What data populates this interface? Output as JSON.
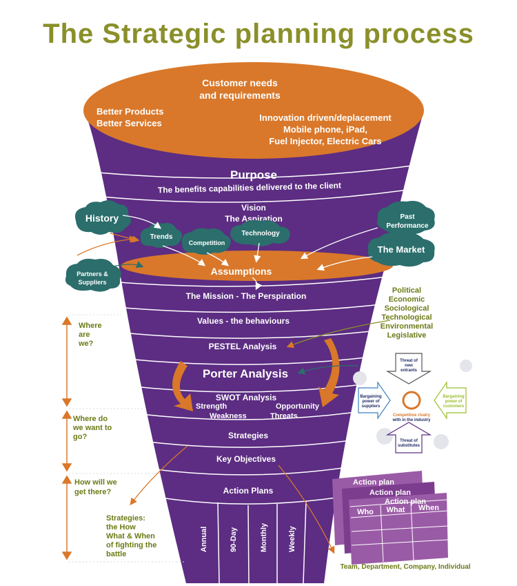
{
  "title": "The Strategic planning process",
  "top": {
    "customer": [
      "Customer needs",
      "and requirements"
    ],
    "products": [
      "Better Products",
      "Better Services"
    ],
    "innovation": [
      "Innovation driven/deplacement",
      "Mobile phone, iPad,",
      "Fuel Injector, Electric Cars"
    ]
  },
  "layers": {
    "purpose_title": "Purpose",
    "purpose_sub": "The benefits capabilities delivered to the client",
    "vision_title": "Vision",
    "vision_sub": "The Aspiration",
    "assumptions": "Assumptions",
    "mission": "The Mission - The Perspiration",
    "values": "Values -  the behaviours",
    "pestel": "PESTEL Analysis",
    "porter": "Porter Analysis",
    "swot_title": "SWOT Analysis",
    "swot_strength": "Strength",
    "swot_weakness": "Weakness",
    "swot_opportunity": "Opportunity",
    "swot_threats": "Threats",
    "strategies": "Strategies",
    "key_objectives": "Key Objectives",
    "action_plans": "Action Plans",
    "periods": [
      "Annual",
      "90-Day",
      "Monthly",
      "Weekly"
    ]
  },
  "clouds": {
    "history": "History",
    "trends": "Trends",
    "competition": "Competition",
    "technology": "Technology",
    "past_performance": [
      "Past",
      "Performance"
    ],
    "the_market": "The Market",
    "partners": [
      "Partners &",
      "Suppliers"
    ]
  },
  "pestel_factors": [
    "Political",
    "Economic",
    "Sociological",
    "Technological",
    "Environmental",
    "Legislative"
  ],
  "porter_model": {
    "new_entrants": [
      "Threat of",
      "new",
      "entrants"
    ],
    "suppliers": [
      "Bargaining",
      "power of",
      "suppliers"
    ],
    "customers": [
      "Bargaining",
      "power of",
      "customers"
    ],
    "rivalry": [
      "Competitive rivalry",
      "with in the industry"
    ],
    "substitutes": [
      "Threat of",
      "substitutes"
    ]
  },
  "questions": {
    "where_are_we": [
      "Where",
      "are",
      "we?"
    ],
    "where_go": [
      "Where do",
      "we want to",
      "go?"
    ],
    "how_get": [
      "How will we",
      "get there?"
    ]
  },
  "strategies_note": [
    "Strategies:",
    "the How",
    "What & When",
    "of  fighting the",
    "battle"
  ],
  "action_plan_cards": {
    "titles": [
      "Action plan",
      "Action plan",
      "Action plan"
    ],
    "columns": [
      "Who",
      "What",
      "When"
    ]
  },
  "bottom_note": "Team, Department, Company, Individual",
  "colors": {
    "purple": "#5c2d82",
    "orange": "#d9782a",
    "teal": "#2b6e6c",
    "olive": "#8a8f2a",
    "card": "#9a5ba6"
  }
}
